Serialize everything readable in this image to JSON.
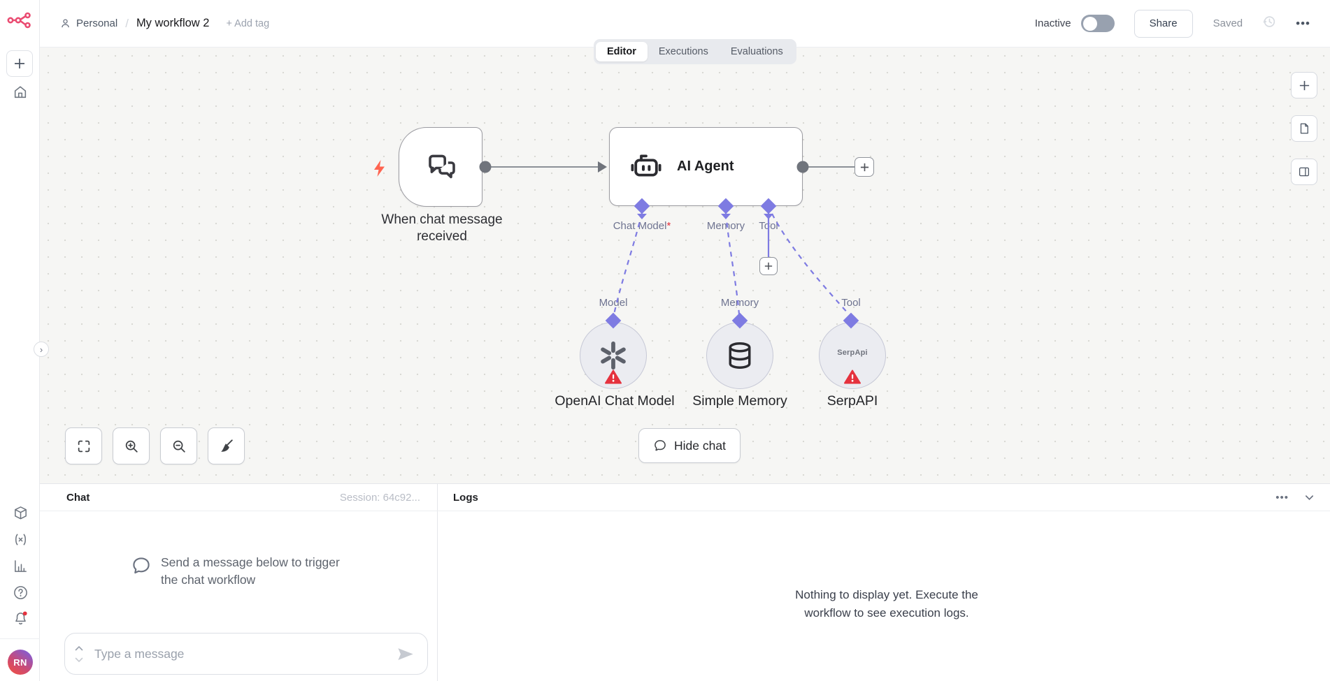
{
  "header": {
    "breadcrumb": {
      "workspace": "Personal",
      "separator": "/",
      "title": "My workflow 2",
      "add_tag": "+ Add tag"
    },
    "activation": {
      "label": "Inactive",
      "enabled": false
    },
    "share_label": "Share",
    "saved_label": "Saved"
  },
  "tabs": {
    "editor": "Editor",
    "executions": "Executions",
    "evaluations": "Evaluations",
    "active": "Editor"
  },
  "canvas": {
    "trigger": {
      "label": "When chat message received"
    },
    "agent": {
      "title": "AI Agent",
      "ports": [
        {
          "label": "Chat Model",
          "required_mark": "*"
        },
        {
          "label": "Memory",
          "required_mark": ""
        },
        {
          "label": "Tool",
          "required_mark": ""
        }
      ]
    },
    "subnodes": [
      {
        "port_label": "Model",
        "name": "OpenAI Chat Model",
        "warning": true
      },
      {
        "port_label": "Memory",
        "name": "Simple Memory",
        "warning": false
      },
      {
        "port_label": "Tool",
        "name": "SerpAPI",
        "inner_text": "SerpApi",
        "warning": true
      }
    ],
    "hide_chat_label": "Hide chat"
  },
  "chat_panel": {
    "title": "Chat",
    "session": "Session: 64c92...",
    "empty_message": "Send a message below to trigger the chat workflow",
    "input_placeholder": "Type a message"
  },
  "logs_panel": {
    "title": "Logs",
    "empty_message": "Nothing to display yet. Execute the workflow to see execution logs."
  },
  "user": {
    "initials": "RN"
  },
  "colors": {
    "accent_pink": "#ea4b71",
    "port_purple": "#7e7be2",
    "warning_red": "#e5323e",
    "trigger_bolt": "#ff6450"
  }
}
